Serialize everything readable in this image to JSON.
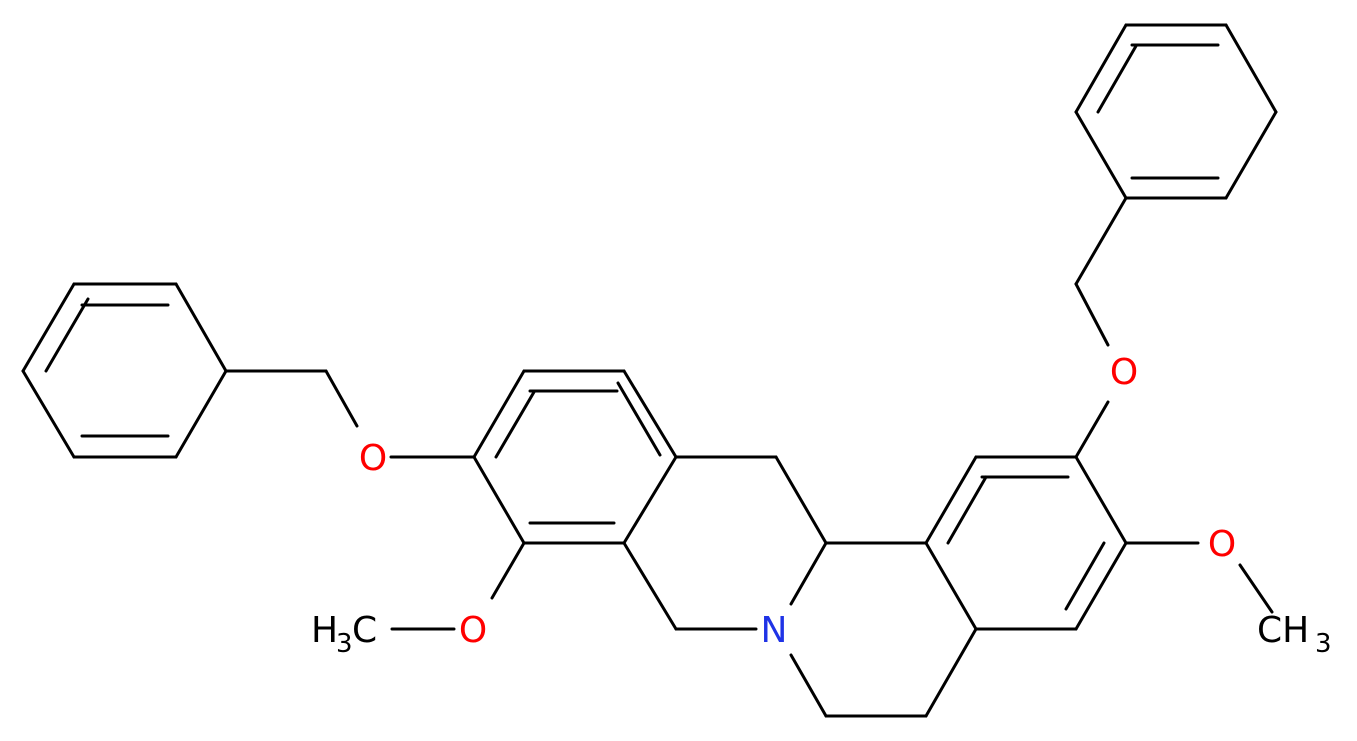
{
  "labels": {
    "oxygen": "O",
    "nitrogen": "N",
    "methyl_prefix": "H",
    "methyl_suffix": "CH",
    "methyl_subscript": "3"
  },
  "colors": {
    "bond": "#000000",
    "oxygen": "#ff0000",
    "nitrogen": "#1f33e6",
    "carbon": "#000000",
    "background": "#ffffff"
  }
}
